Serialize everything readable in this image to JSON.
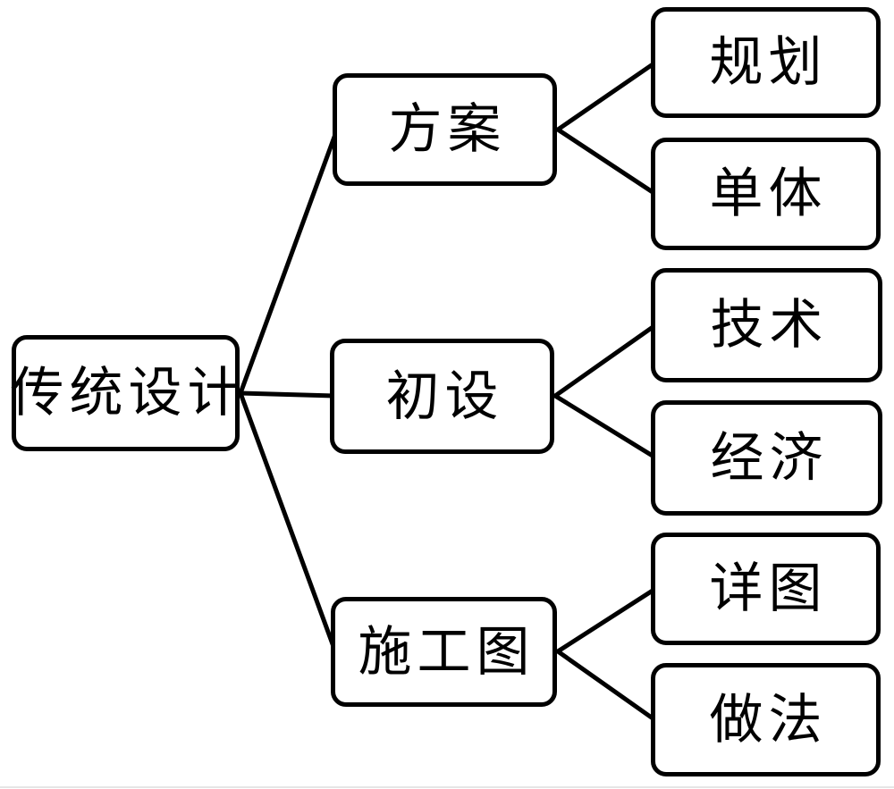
{
  "diagram": {
    "type": "tree",
    "direction": "left-to-right",
    "root": {
      "label": "传统设计"
    },
    "branches": [
      {
        "label": "方案",
        "children": [
          {
            "label": "规划"
          },
          {
            "label": "单体"
          }
        ]
      },
      {
        "label": "初设",
        "children": [
          {
            "label": "技术"
          },
          {
            "label": "经济"
          }
        ]
      },
      {
        "label": "施工图",
        "children": [
          {
            "label": "详图"
          },
          {
            "label": "做法"
          }
        ]
      }
    ],
    "colors": {
      "background": "#ffffff",
      "box_fill": "#ffffff",
      "box_border": "#000000",
      "connector_line": "#000000",
      "text": "#000000"
    }
  }
}
